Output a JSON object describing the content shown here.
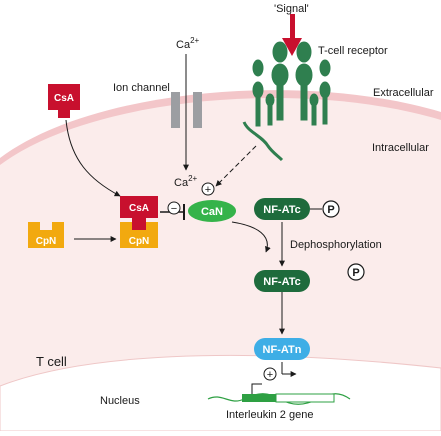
{
  "labels": {
    "signal": "'Signal'",
    "tcell_receptor": "T-cell receptor",
    "extracellular": "Extracellular",
    "intracellular": "Intracellular",
    "ion_channel": "Ion channel",
    "ca_top": "Ca",
    "ca_top_sup": "2+",
    "ca_mid": "Ca",
    "ca_mid_sup": "2+",
    "dephosphorylation": "Dephosphorylation",
    "t_cell": "T cell",
    "nucleus": "Nucleus",
    "gene": "Interleukin 2 gene"
  },
  "molecules": {
    "csa_free": "CsA",
    "cpn_free": "CpN",
    "csa_bound": "CsA",
    "cpn_bound": "CpN",
    "can": "CaN",
    "nfatc_phos": "NF-ATc",
    "nfatc": "NF-ATc",
    "nfatn": "NF-ATn",
    "p1": "P",
    "p2": "P"
  },
  "signs": {
    "plus_can": "+",
    "minus_can": "−",
    "plus_gene": "+"
  },
  "colors": {
    "cytoplasm": "#fbeceb",
    "cell_membrane": "#f3c6c9",
    "nucleus_fill": "#ffffff",
    "csa_red": "#c8102e",
    "cpn_yellow": "#f2a90f",
    "can_green": "#35b34a",
    "nfat_dark_green": "#1e6b3c",
    "nfatn_blue": "#3eaee6",
    "receptor_green": "#2f7f4f",
    "signal_arrow": "#c8102e",
    "ion_channel_grey": "#9c9ea2",
    "gene_green": "#2ea043"
  },
  "icons": {
    "signal_arrow": "down-arrow-icon",
    "receptor": "tcell-receptor-icon",
    "ion_channel": "ion-channel-icon",
    "phosphate": "phosphate-circle-icon",
    "gene": "dna-gene-icon"
  }
}
